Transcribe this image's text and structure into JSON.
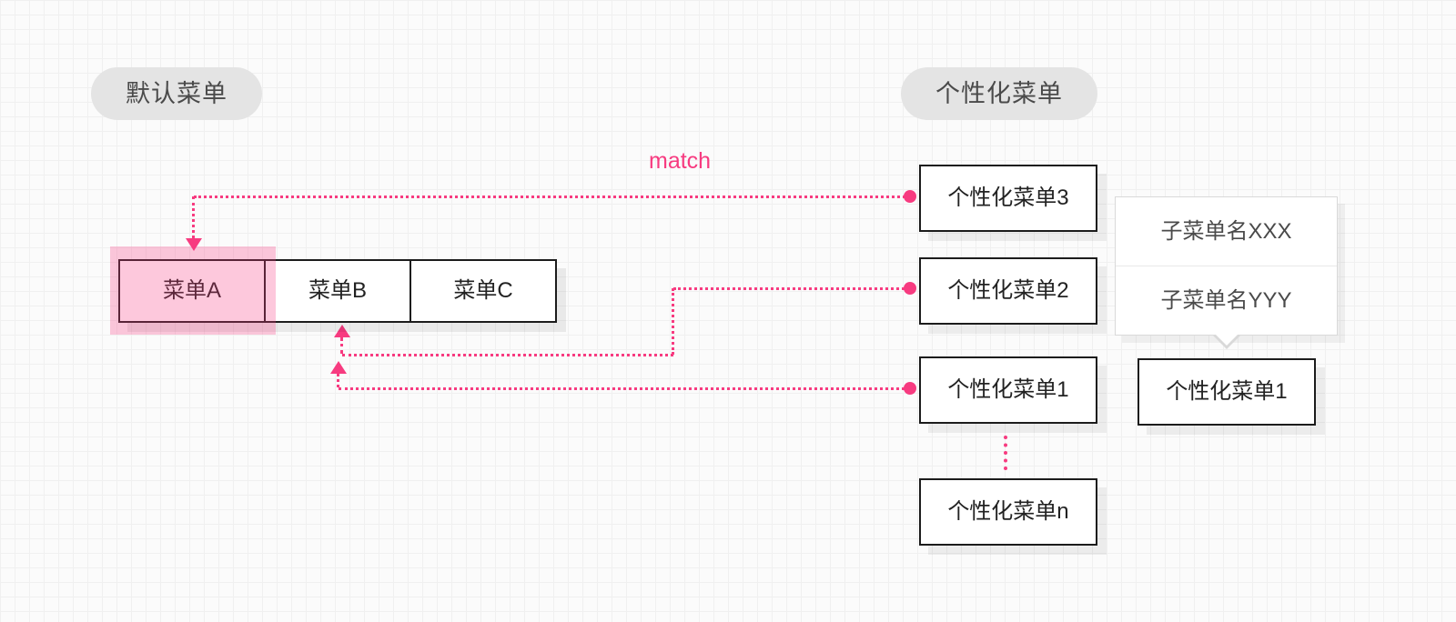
{
  "badges": {
    "default_menu": "默认菜单",
    "personalized_menu": "个性化菜单"
  },
  "match_label": "match",
  "menu_bar": {
    "items": [
      {
        "label": "菜单A",
        "highlighted": true
      },
      {
        "label": "菜单B",
        "highlighted": false
      },
      {
        "label": "菜单C",
        "highlighted": false
      }
    ]
  },
  "personalized": {
    "boxes": [
      "个性化菜单3",
      "个性化菜单2",
      "个性化菜单1",
      "个性化菜单n"
    ]
  },
  "submenu": {
    "items": [
      "子菜单名XXX",
      "子菜单名YYY"
    ],
    "target": "个性化菜单1"
  },
  "colors": {
    "accent": "#f73b80",
    "highlight": "rgba(247,59,128,0.28)",
    "box_border": "#1c1c1c",
    "badge_bg": "#e4e4e4"
  }
}
